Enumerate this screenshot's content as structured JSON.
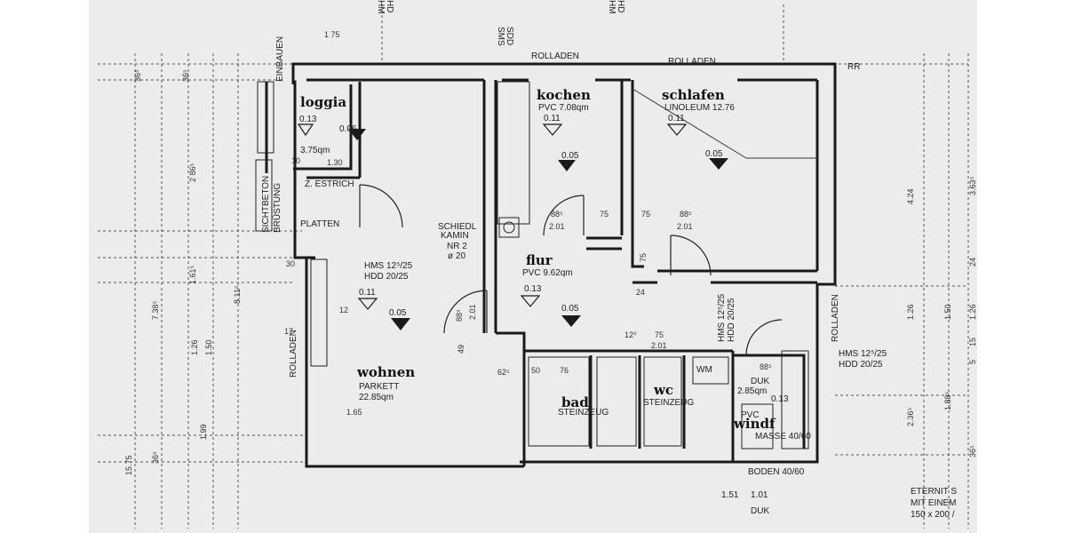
{
  "colors": {
    "paper": "#ececea",
    "ink": "#1a1a1a",
    "margin": "#ffffff"
  },
  "rooms": {
    "loggia": {
      "name": "loggia",
      "area": "3.75qm",
      "h1": "0.13",
      "h2": "0.06"
    },
    "kochen": {
      "name": "kochen",
      "floor": "PVC 7.08qm",
      "h1": "0.11",
      "h2": "0.05"
    },
    "schlafen": {
      "name": "schlafen",
      "floor": "LINOLEUM 12.76",
      "h1": "0.11",
      "h2": "0.05"
    },
    "flur": {
      "name": "flur",
      "floor": "PVC 9.62qm",
      "h1": "0.13",
      "h2": "0.05"
    },
    "wohnen": {
      "name": "wohnen",
      "floor": "PARKETT",
      "area": "22.85qm",
      "h1": "0.11",
      "h2": "0.05"
    },
    "bad": {
      "name": "bad",
      "floor": "STEINZEUG"
    },
    "wc": {
      "name": "wc",
      "floor": "STEINZEUG"
    },
    "windf": {
      "name": "windf",
      "floor": "PVC",
      "area": "2.85qm",
      "h1": "0.13",
      "extra": "DUK"
    }
  },
  "labels": {
    "rolladen_top1": "ROLLADEN",
    "rolladen_top2": "ROLLADEN",
    "rolladen_left": "ROLLADEN",
    "rolladen_right": "ROLLADEN",
    "rr": "RR",
    "sms": "SMS",
    "sdd": "SDD",
    "hms_top1": "HM",
    "hdd_top1": "HD",
    "hms_top2": "HM",
    "hdd_top2": "HD",
    "einbauen": "EINBAUEN",
    "sichtbeton": "SICHTBETON",
    "brustung": "BRÜSTUNG",
    "z_estrich": "Z. ESTRICH",
    "platten": "PLATTEN",
    "schiedl": "SCHIEDL",
    "kamin": "KAMIN",
    "kamin_nr": "NR 2",
    "kamin_d": "ø 20",
    "hms_wohnen": "HMS 12⁵/25",
    "hdd_wohnen": "HDD 20/25",
    "hms_right": "HMS 12⁵/25",
    "hdd_right": "HDD 20/25",
    "hms_v1": "HMS 12⁵/25",
    "hdd_v1": "HDD 20/25",
    "wm": "WM",
    "duk": "DUK",
    "duk2": "DUK",
    "masse": "MASSE 40/60",
    "boden": "BODEN 40/60",
    "bottom1": "1.51",
    "bottom2": "1.01",
    "eternit1": "ETERNIT S",
    "eternit2": "MIT EINEM",
    "eternit3": "150 x 200 /"
  },
  "dims": {
    "d175": "1 75",
    "d365a": "36⁵",
    "d365b": "36⁵",
    "d286": "2 86⁵",
    "d130": "1.30",
    "d10": "10",
    "d7385": "7.38⁵",
    "d1615": "1.61⁵",
    "d8115": "8.11⁵",
    "d126": "1.26",
    "d150": "1.50",
    "d199": "1.99",
    "d1575": "15.75",
    "d365c": "36⁵",
    "d165": "1.65",
    "d30": "30",
    "d17": "17",
    "d12": "12",
    "d885a": "88⁵",
    "d201a": "2.01",
    "d75a": "75",
    "d75b": "75",
    "d885b": "88⁵",
    "d201b": "2.01",
    "d75c": "75",
    "d24": "24",
    "d885c": "88⁵",
    "d201c": "2.01",
    "d49": "49",
    "d625": "62⁵",
    "d50": "50",
    "d76": "76",
    "d120": "12⁰",
    "d75d": "75",
    "d201d": "2.01",
    "d885d": "88⁵",
    "d424": "4.24",
    "d3635": "3.63⁵",
    "d24b": "24",
    "d126b": "1.26",
    "d150b": "1.50",
    "d1885": "1.88⁵",
    "d2365": "2.36⁵",
    "d365d": "36⁵",
    "d15": "15",
    "d5": "5",
    "d126c": "1.26"
  }
}
